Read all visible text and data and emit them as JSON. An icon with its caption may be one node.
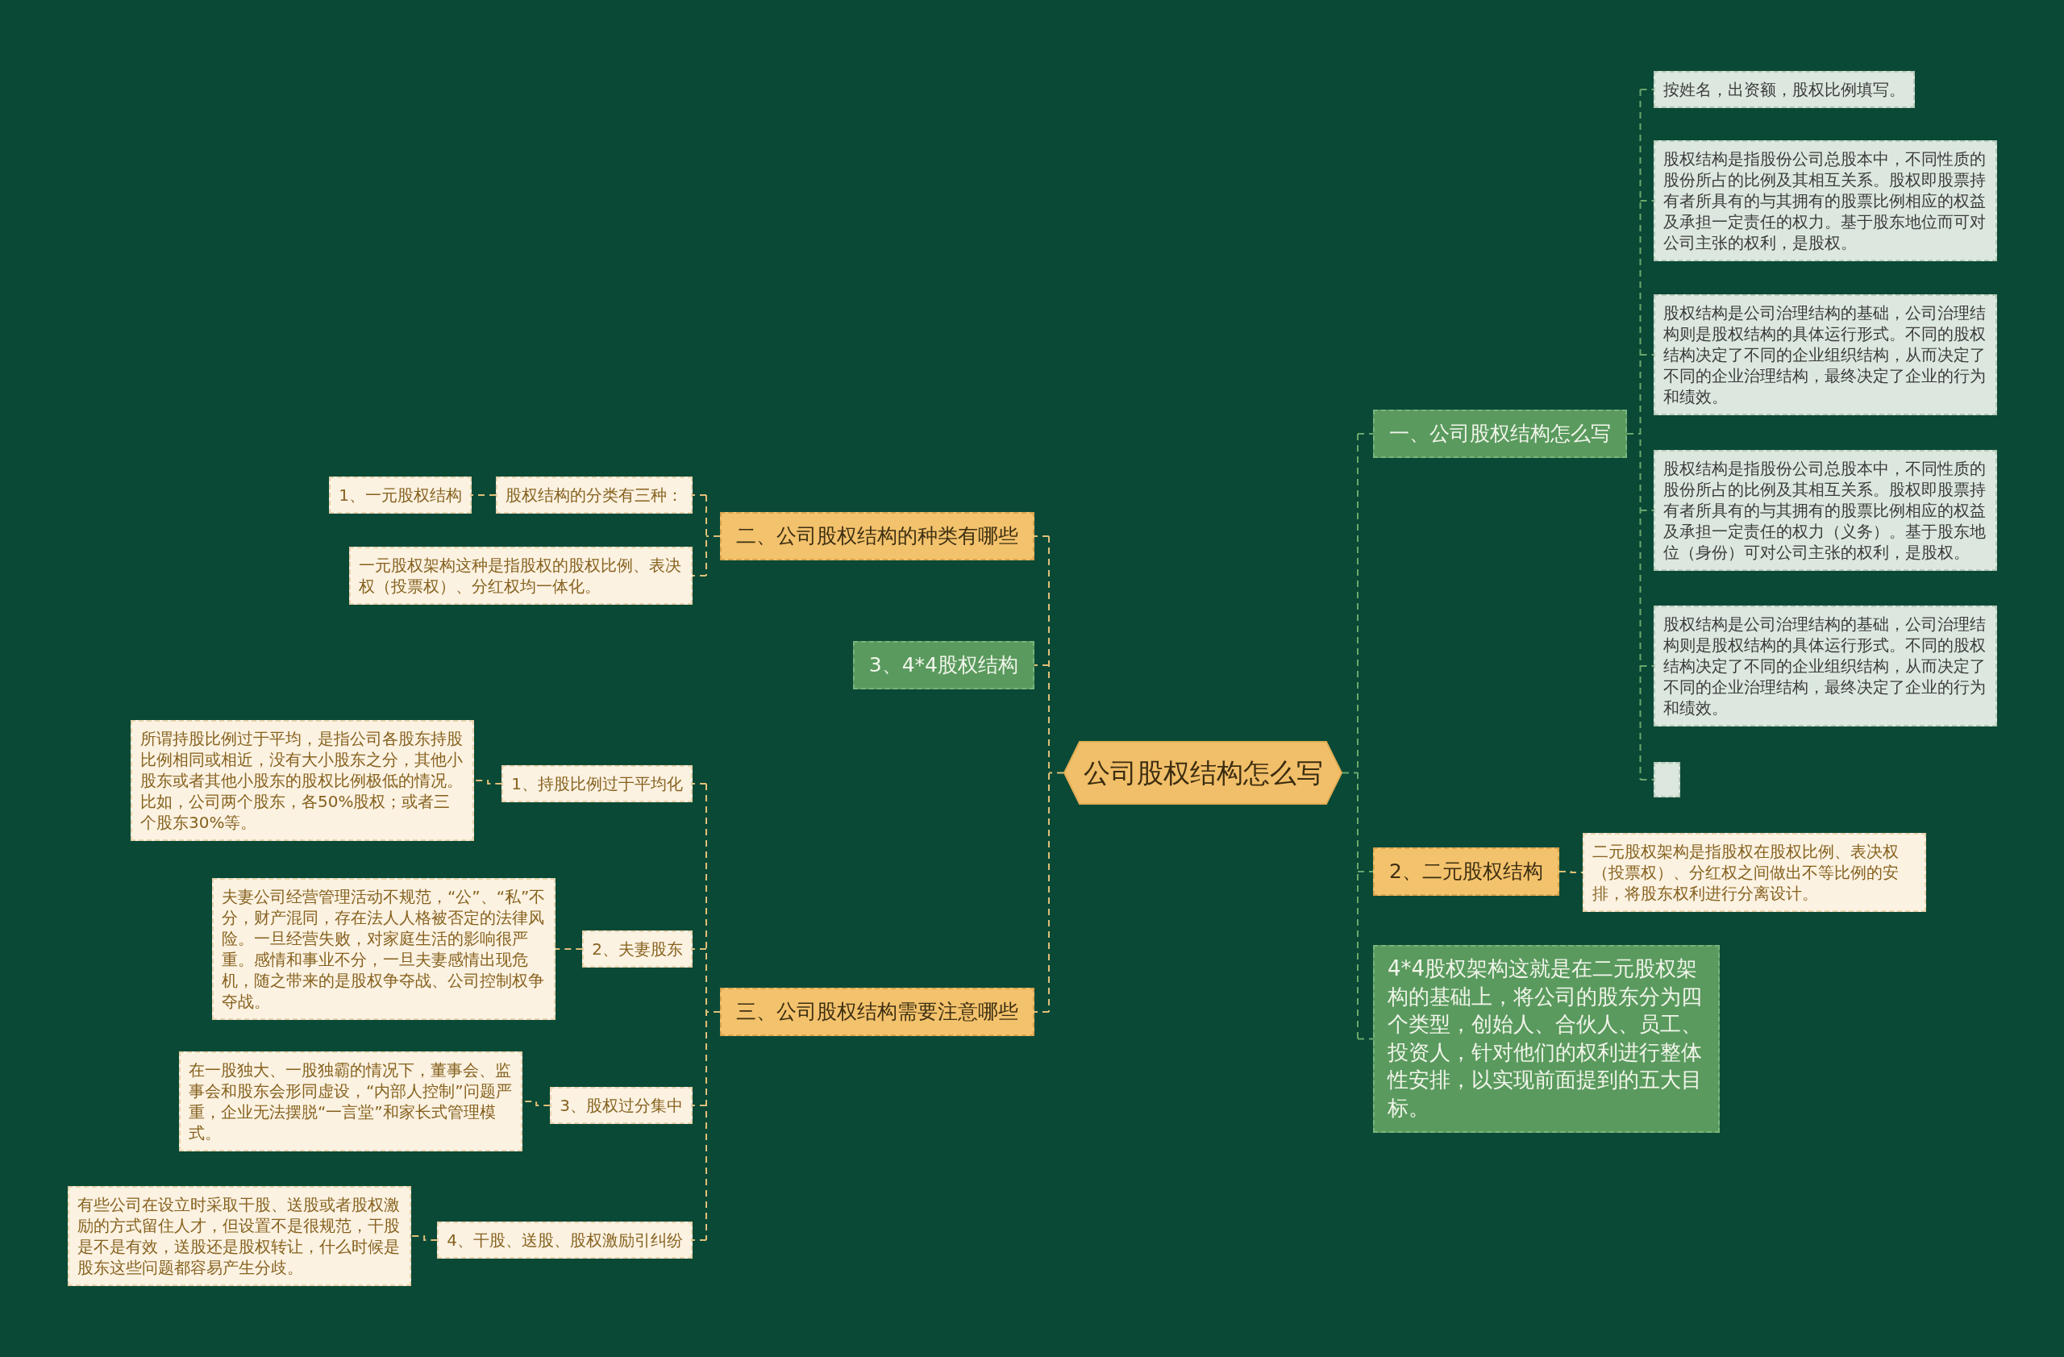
{
  "diagram": {
    "nodes": [
      {
        "text": [
          "公司股权结构怎么写"
        ]
      },
      {
        "text": [
          "一、公司股权结构怎么写"
        ]
      },
      {
        "text": [
          "按姓名，出资额，股权比例填写。"
        ]
      },
      {
        "text": [
          "股权结构是指股份公司总股本中，不同性质的股份所占的比例及其相互关系。股权即股票持有者所具有的与其拥有的股票比例相应的权益及承担一定责任的权力。基于股东地位而可对公司主张的权利，是股权。"
        ]
      },
      {
        "text": [
          "股权结构是公司治理结构的基础，公司治理结构则是股权结构的具体运行形式。不同的股权结构决定了不同的企业组织结构，从而决定了不同的企业治理结构，最终决定了企业的行为和绩效。"
        ]
      },
      {
        "text": [
          "股权结构是指股份公司总股本中，不同性质的股份所占的比例及其相互关系。股权即股票持有者所具有的与其拥有的股票比例相应的权益及承担一定责任的权力（义务）。基于股东地位（身份）可对公司主张的权利，是股权。"
        ]
      },
      {
        "text": [
          "股权结构是公司治理结构的基础，公司治理结构则是股权结构的具体运行形式。不同的股权结构决定了不同的企业组织结构，从而决定了不同的企业治理结构，最终决定了企业的行为和绩效。"
        ]
      },
      {
        "text": [],
        "shape": "box"
      },
      {
        "text": [
          "2、二元股权结构"
        ]
      },
      {
        "text": [
          "二元股权架构是指股权在股权比例、表决权（投票权）、分红权之间做出不等比例的安排，将股东权利进行分离设计。"
        ]
      },
      {
        "text": [
          "4*4股权架构这就是在二元股权架构的基础上，将公司的股东分为四个类型，创始人、合伙人、员工、投资人，针对他们的权利进行整体性安排，以实现前面提到的五大目标。"
        ]
      },
      {
        "text": [
          "二、公司股权结构的种类有哪些"
        ]
      },
      {
        "text": [
          "股权结构的分类有三种："
        ]
      },
      {
        "text": [
          "1、一元股权结构"
        ]
      },
      {
        "text": [
          "一元股权架构这种是指股权的股权比例、表决权（投票权）、分红权均一体化。"
        ]
      },
      {
        "text": [
          "3、4*4股权结构"
        ]
      },
      {
        "text": [
          "三、公司股权结构需要注意哪些"
        ]
      },
      {
        "text": [
          "1、持股比例过于平均化"
        ]
      },
      {
        "text": [
          "所谓持股比例过于平均，是指公司各股东持股比例相同或相近，没有大小股东之分，其他小股东或者其他小股东的股权比例极低的情况。比如，公司两个股东，各50%股权；或者三个股东30%等。"
        ]
      },
      {
        "text": [
          "2、夫妻股东"
        ]
      },
      {
        "text": [
          "夫妻公司经营管理活动不规范，“公”、“私”不分，财产混同，存在法人人格被否定的法律风险。一旦经营失败，对家庭生活的影响很严重。感情和事业不分，一旦夫妻感情出现危机，随之带来的是股权争夺战、公司控制权争夺战。"
        ]
      },
      {
        "text": [
          "3、股权过分集中"
        ]
      },
      {
        "text": [
          "在一股独大、一股独霸的情况下，董事会、监事会和股东会形同虚设，“内部人控制”问题严重，企业无法摆脱“一言堂”和家长式管理模式。"
        ]
      },
      {
        "text": [
          "4、干股、送股、股权激励引纠纷"
        ]
      },
      {
        "text": [
          "有些公司在设立时采取干股、送股或者股权激励的方式留住人才，但设置不是很规范，干股是不是有效，送股还是股权转让，什么时候是股东这些问题都容易产生分歧。"
        ]
      }
    ],
    "edges": [
      {
        "from": 0,
        "to": 1,
        "arrow": "none",
        "color": "#6aa86c"
      },
      {
        "from": 1,
        "to": 2,
        "arrow": "none",
        "color": "#6aa86c"
      },
      {
        "from": 1,
        "to": 3,
        "arrow": "none",
        "color": "#6aa86c"
      },
      {
        "from": 1,
        "to": 4,
        "arrow": "none",
        "color": "#6aa86c"
      },
      {
        "from": 1,
        "to": 5,
        "arrow": "none",
        "color": "#6aa86c"
      },
      {
        "from": 1,
        "to": 6,
        "arrow": "none",
        "color": "#6aa86c"
      },
      {
        "from": 1,
        "to": 7,
        "arrow": "none",
        "color": "#6aa86c"
      },
      {
        "from": 0,
        "to": 8,
        "arrow": "none",
        "color": "#6aa86c"
      },
      {
        "from": 8,
        "to": 9,
        "arrow": "none"
      },
      {
        "from": 0,
        "to": 10,
        "arrow": "none",
        "color": "#6aa86c"
      },
      {
        "from": 0,
        "to": 11,
        "arrow": "none"
      },
      {
        "from": 11,
        "to": 12,
        "arrow": "none"
      },
      {
        "from": 12,
        "to": 13,
        "arrow": "none"
      },
      {
        "from": 11,
        "to": 14,
        "arrow": "none"
      },
      {
        "from": 0,
        "to": 15,
        "arrow": "none"
      },
      {
        "from": 0,
        "to": 16,
        "arrow": "none"
      },
      {
        "from": 16,
        "to": 17,
        "arrow": "none"
      },
      {
        "from": 17,
        "to": 18,
        "arrow": "none"
      },
      {
        "from": 16,
        "to": 19,
        "arrow": "none"
      },
      {
        "from": 19,
        "to": 20,
        "arrow": "none"
      },
      {
        "from": 16,
        "to": 21,
        "arrow": "none"
      },
      {
        "from": 21,
        "to": 22,
        "arrow": "none"
      },
      {
        "from": 16,
        "to": 23,
        "arrow": "none"
      },
      {
        "from": 23,
        "to": 24,
        "arrow": "none"
      }
    ]
  }
}
